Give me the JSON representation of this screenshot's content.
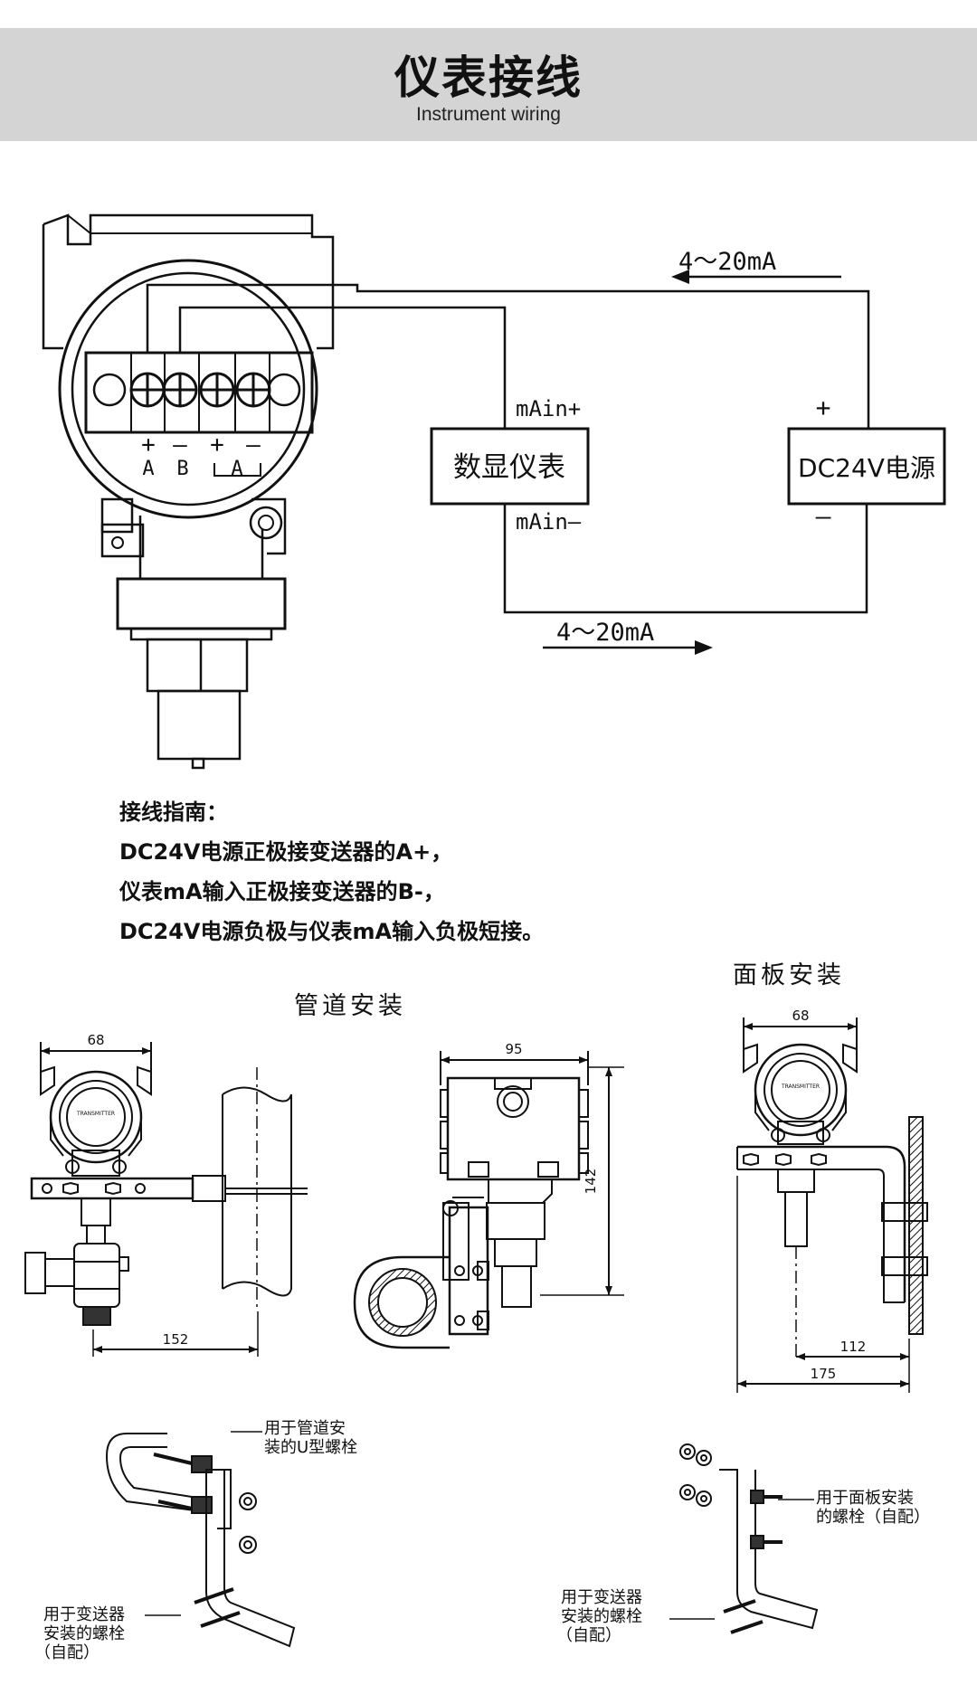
{
  "header": {
    "title": "仪表接线",
    "subtitle": "Instrument wiring"
  },
  "wiring": {
    "current_top": "4～20mA",
    "current_bottom": "4～20mA",
    "terminal_plus_a": "+",
    "terminal_minus_b": "–",
    "terminal_plus_2": "+",
    "terminal_minus_2": "–",
    "terminal_label_a": "A",
    "terminal_label_b": "B",
    "terminal_label_a2": "A",
    "meter_label": "数显仪表",
    "meter_in_plus": "mAin+",
    "meter_in_minus": "mAin–",
    "power_label": "DC24V电源",
    "power_plus": "+",
    "power_minus": "–"
  },
  "guide": {
    "heading": "接线指南：",
    "line1": "DC24V电源正极接变送器的A+，",
    "line2": "仪表mA输入正极接变送器的B-，",
    "line3": "DC24V电源负极与仪表mA输入负极短接。"
  },
  "install": {
    "pipe_title": "管道安装",
    "panel_title": "面板安装",
    "dim_68_left": "68",
    "dim_152": "152",
    "dim_95": "95",
    "dim_142": "142",
    "dim_68_right": "68",
    "dim_112": "112",
    "dim_175": "175",
    "nameplate": "TRANSMITTER"
  },
  "notes": {
    "pipe_ubolt_1": "用于管道安",
    "pipe_ubolt_2": "装的U型螺栓",
    "pipe_screw_1": "用于变送器",
    "pipe_screw_2": "安装的螺栓",
    "pipe_screw_3": "（自配）",
    "panel_bolt_1": "用于面板安装",
    "panel_bolt_2": "的螺栓（自配）",
    "panel_screw_1": "用于变送器",
    "panel_screw_2": "安装的螺栓",
    "panel_screw_3": "（自配）"
  }
}
